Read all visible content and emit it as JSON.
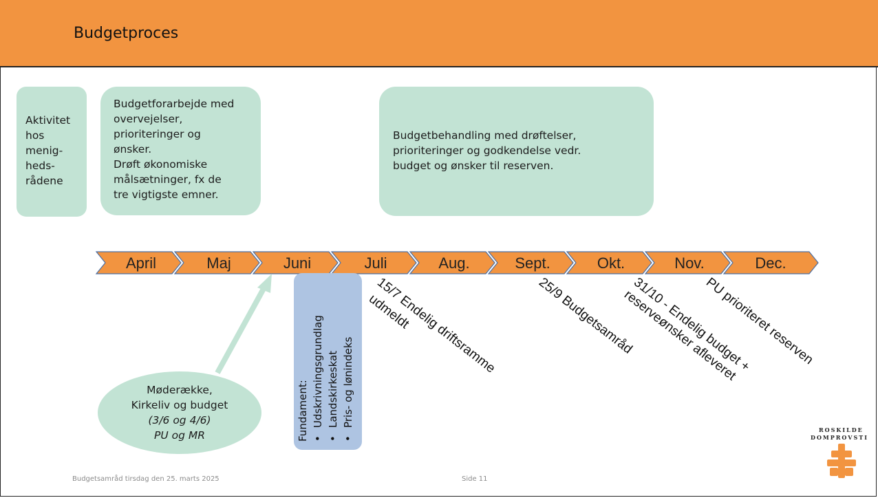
{
  "slide": {
    "title": "Budgetproces",
    "accent": "#F29440",
    "box_color": "#C2E3D4",
    "fundament_color": "#AEC4E2"
  },
  "activity_box": {
    "lines": [
      "Aktivitet",
      "hos",
      "menig-",
      "heds-",
      "rådene"
    ]
  },
  "prework_box": {
    "lines": [
      "Budgetforarbejde med",
      "overvejelser,",
      "prioriteringer og",
      "ønsker.",
      "Drøft økonomiske",
      "målsætninger, fx de",
      "tre vigtigste emner."
    ]
  },
  "processing_box": {
    "lines": [
      "Budgetbehandling med drøftelser,",
      "prioriteringer og godkendelse vedr.",
      "budget og ønsker til reserven."
    ]
  },
  "timeline": {
    "months": [
      "April",
      "Maj",
      "Juni",
      "Juli",
      "Aug.",
      "Sept.",
      "Okt.",
      "Nov.",
      "Dec."
    ]
  },
  "meetings": {
    "line1": "Møderække,",
    "line2": "Kirkeliv og budget",
    "line3": "(3/6 og 4/6)",
    "line4": "PU og MR"
  },
  "fundament": {
    "heading": "Fundament:",
    "items": [
      "Udskrivningsgrundlag",
      "Landskirkeskat",
      "Pris- og lønindeks"
    ]
  },
  "milestones": {
    "m1_line1": "15/7 Endelig driftsramme",
    "m1_line2": "udmeldt",
    "m2": "25/9 Budgetsamråd",
    "m3_line1": "31/10 - Endelig budget +",
    "m3_line2": "reserveønsker afleveret",
    "m4": "PU prioriteret reserven"
  },
  "footer": {
    "left": "Budgetsamråd tirsdag den 25. marts 2025",
    "center": "Side 11"
  },
  "logo": {
    "line1": "ROSKILDE",
    "line2": "DOMPROVSTI"
  }
}
